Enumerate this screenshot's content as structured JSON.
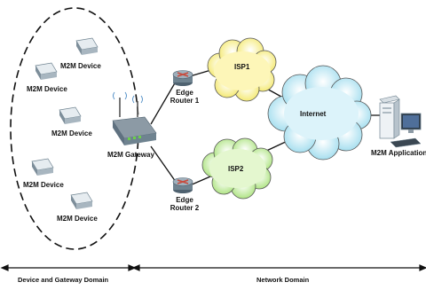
{
  "devices": [
    {
      "label": "M2M Device"
    },
    {
      "label": "M2M Device"
    },
    {
      "label": "M2M Device"
    },
    {
      "label": "M2M Device"
    },
    {
      "label": "M2M Device"
    }
  ],
  "gateway": {
    "label": "M2M Gateway"
  },
  "edge_router_1": {
    "line1": "Edge",
    "line2": "Router 1"
  },
  "edge_router_2": {
    "line1": "Edge",
    "line2": "Router 2"
  },
  "isp1": {
    "label": "ISP1"
  },
  "isp2": {
    "label": "ISP2"
  },
  "internet": {
    "label": "Internet"
  },
  "application": {
    "label": "M2M Application"
  },
  "domains": {
    "left": "Device and Gateway Domain",
    "right": "Network Domain"
  },
  "colors": {
    "isp1_cloud": "#fbf28a",
    "isp2_cloud": "#c6ef9a",
    "internet_cloud": "#bfe9f4",
    "router_body": "#6f8390",
    "router_mark": "#c84a3c",
    "device_body": "#b7c3cc"
  }
}
